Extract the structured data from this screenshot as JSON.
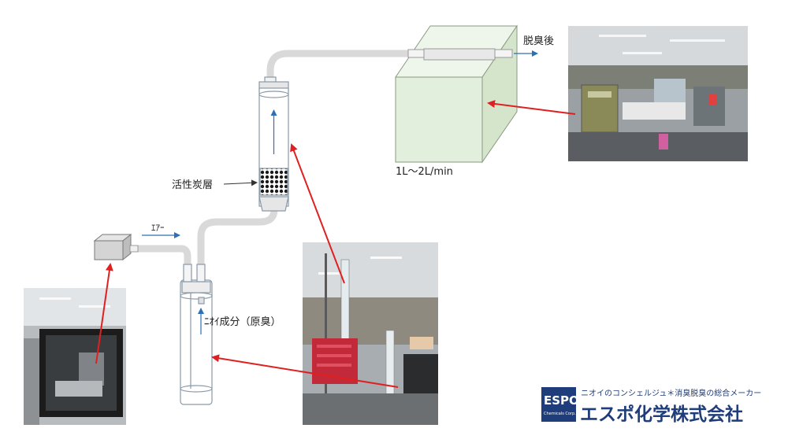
{
  "labels": {
    "deodorized": "脱臭後",
    "flow_rate": "1L～2L/min",
    "carbon_layer": "活性炭層",
    "air": "ｴｱｰ",
    "odor_component": "ﾆｵｲ成分（原臭）"
  },
  "logo": {
    "mark": "ESPO",
    "mark_sub": "Chemicals Corp.",
    "tagline": "ニオイのコンシェルジュ＊消臭脱臭の総合メーカー",
    "company": "エスポ化学株式会社"
  },
  "colors": {
    "tube": "#d9d9d9",
    "glass_outline": "#8a9aa8",
    "box_fill": "#e3efdd",
    "box_stroke": "#8a9a80",
    "arrow_red": "#e02020",
    "flow_arrow": "#2f6fb5",
    "logo_blue": "#1f3d7a"
  }
}
